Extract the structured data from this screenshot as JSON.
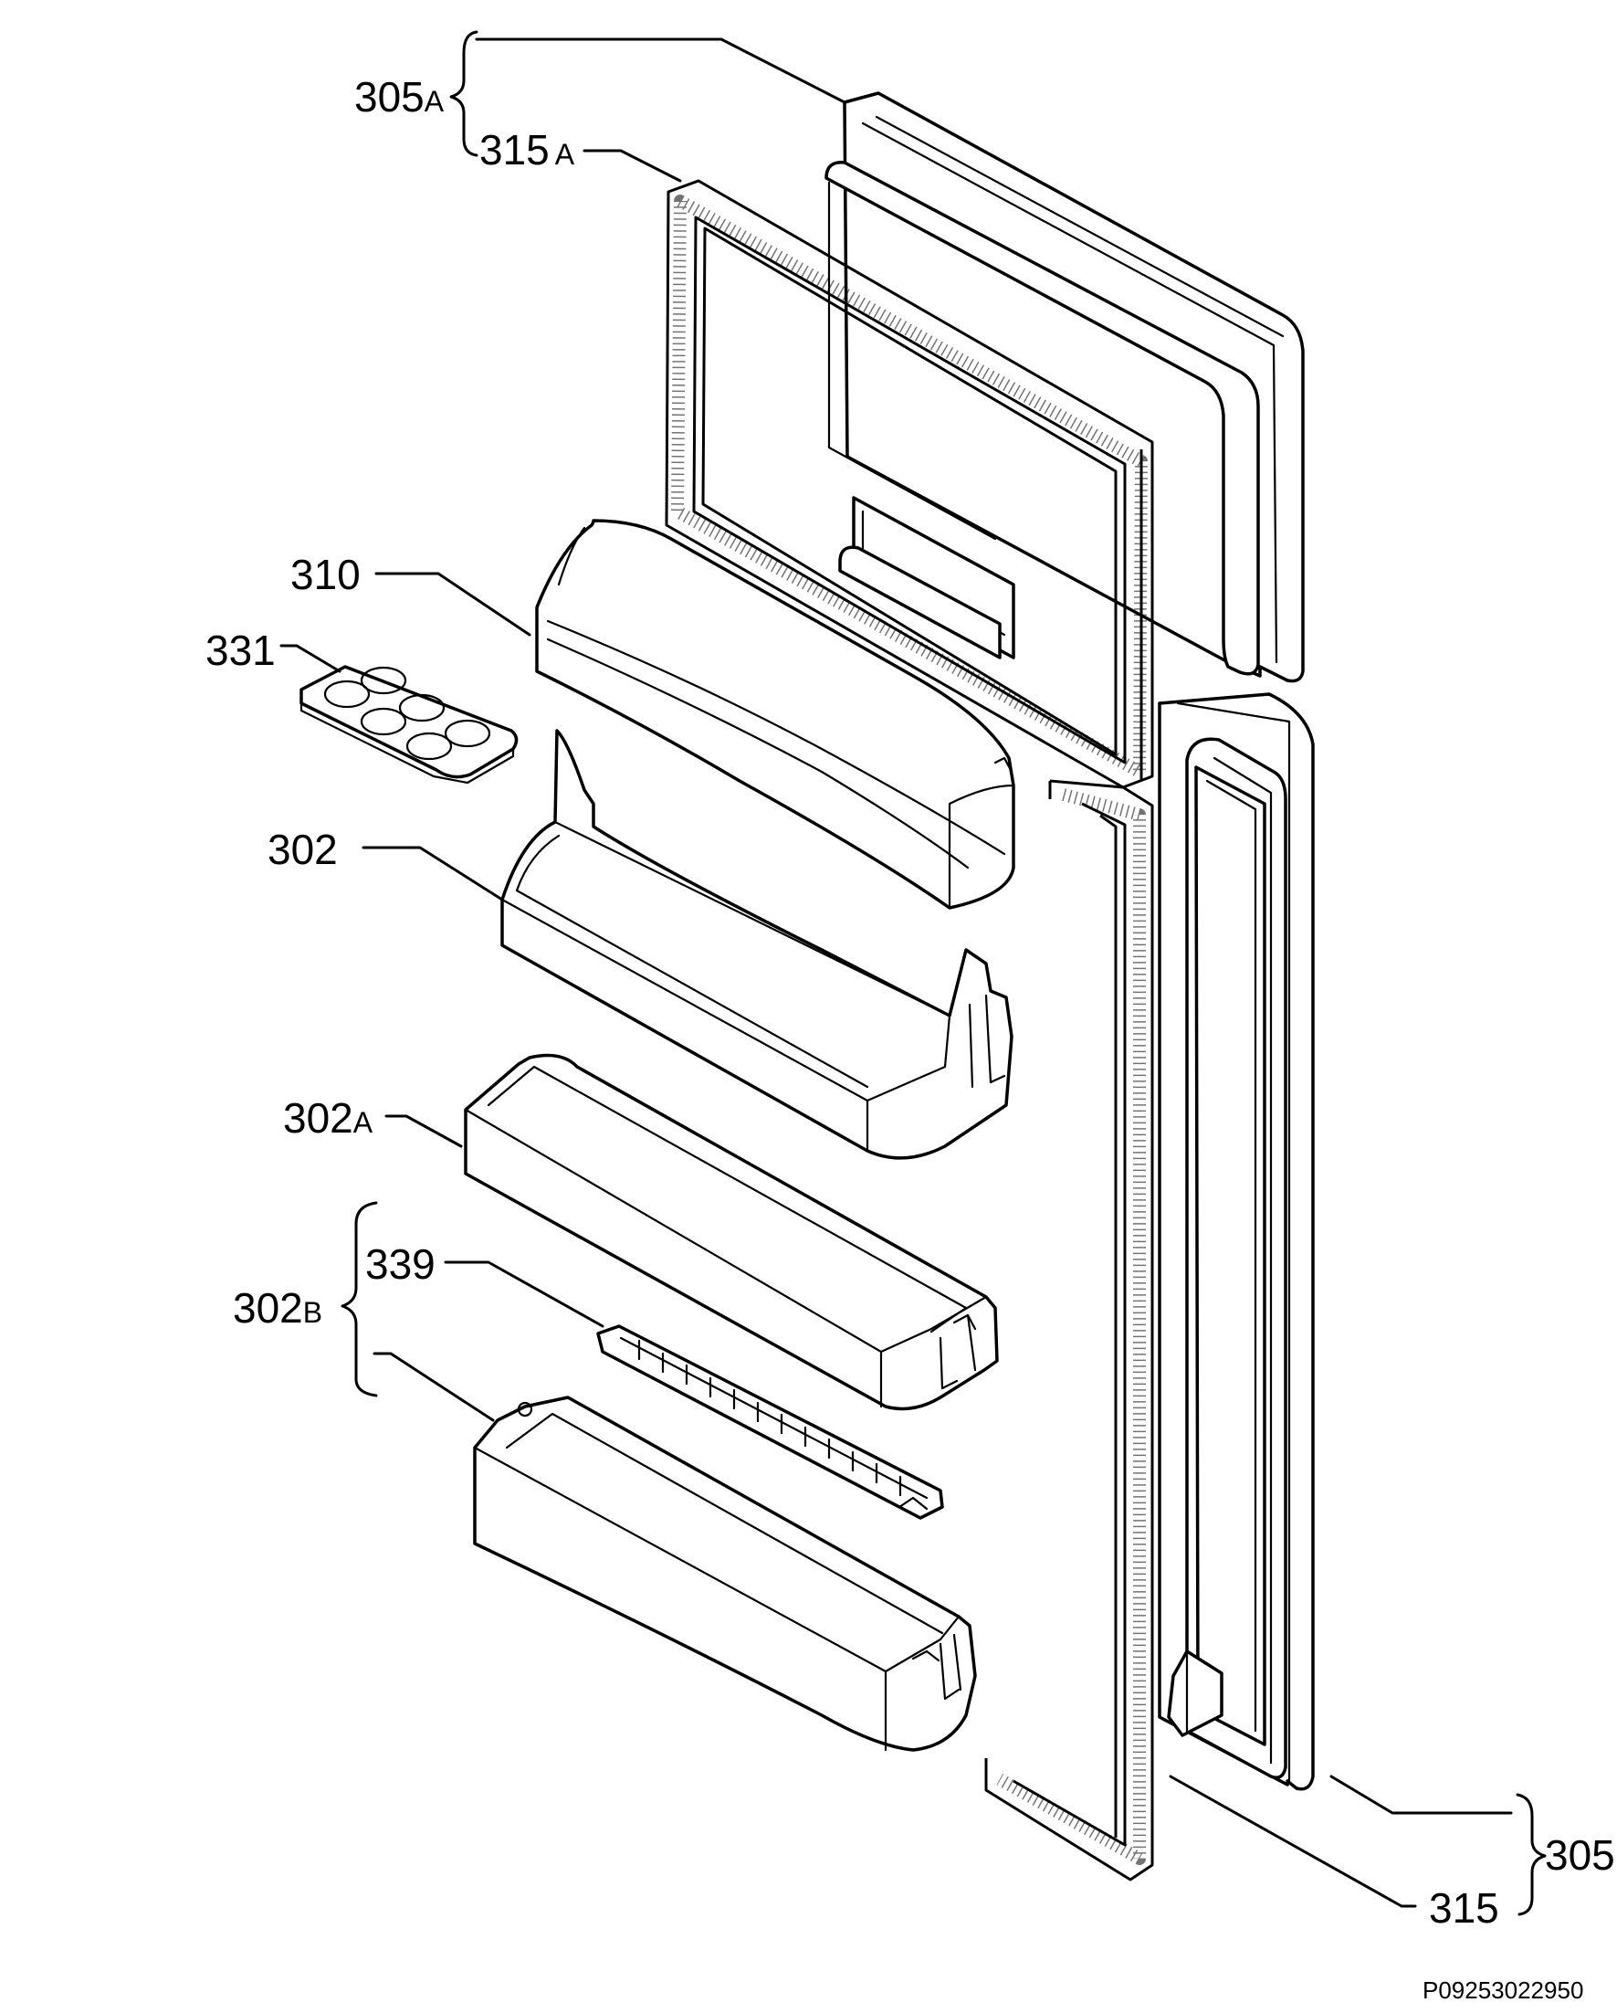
{
  "labels": {
    "l305a": {
      "num": "305",
      "suffix": "A"
    },
    "l315a": {
      "num": "315",
      "suffix": "A"
    },
    "l310": {
      "num": "310"
    },
    "l331": {
      "num": "331"
    },
    "l302": {
      "num": "302"
    },
    "l302a": {
      "num": "302",
      "suffix": "A"
    },
    "l302b": {
      "num": "302",
      "suffix": "B"
    },
    "l339": {
      "num": "339"
    },
    "l305": {
      "num": "305"
    },
    "l315": {
      "num": "315"
    }
  },
  "drawing_code": "P09253022950"
}
